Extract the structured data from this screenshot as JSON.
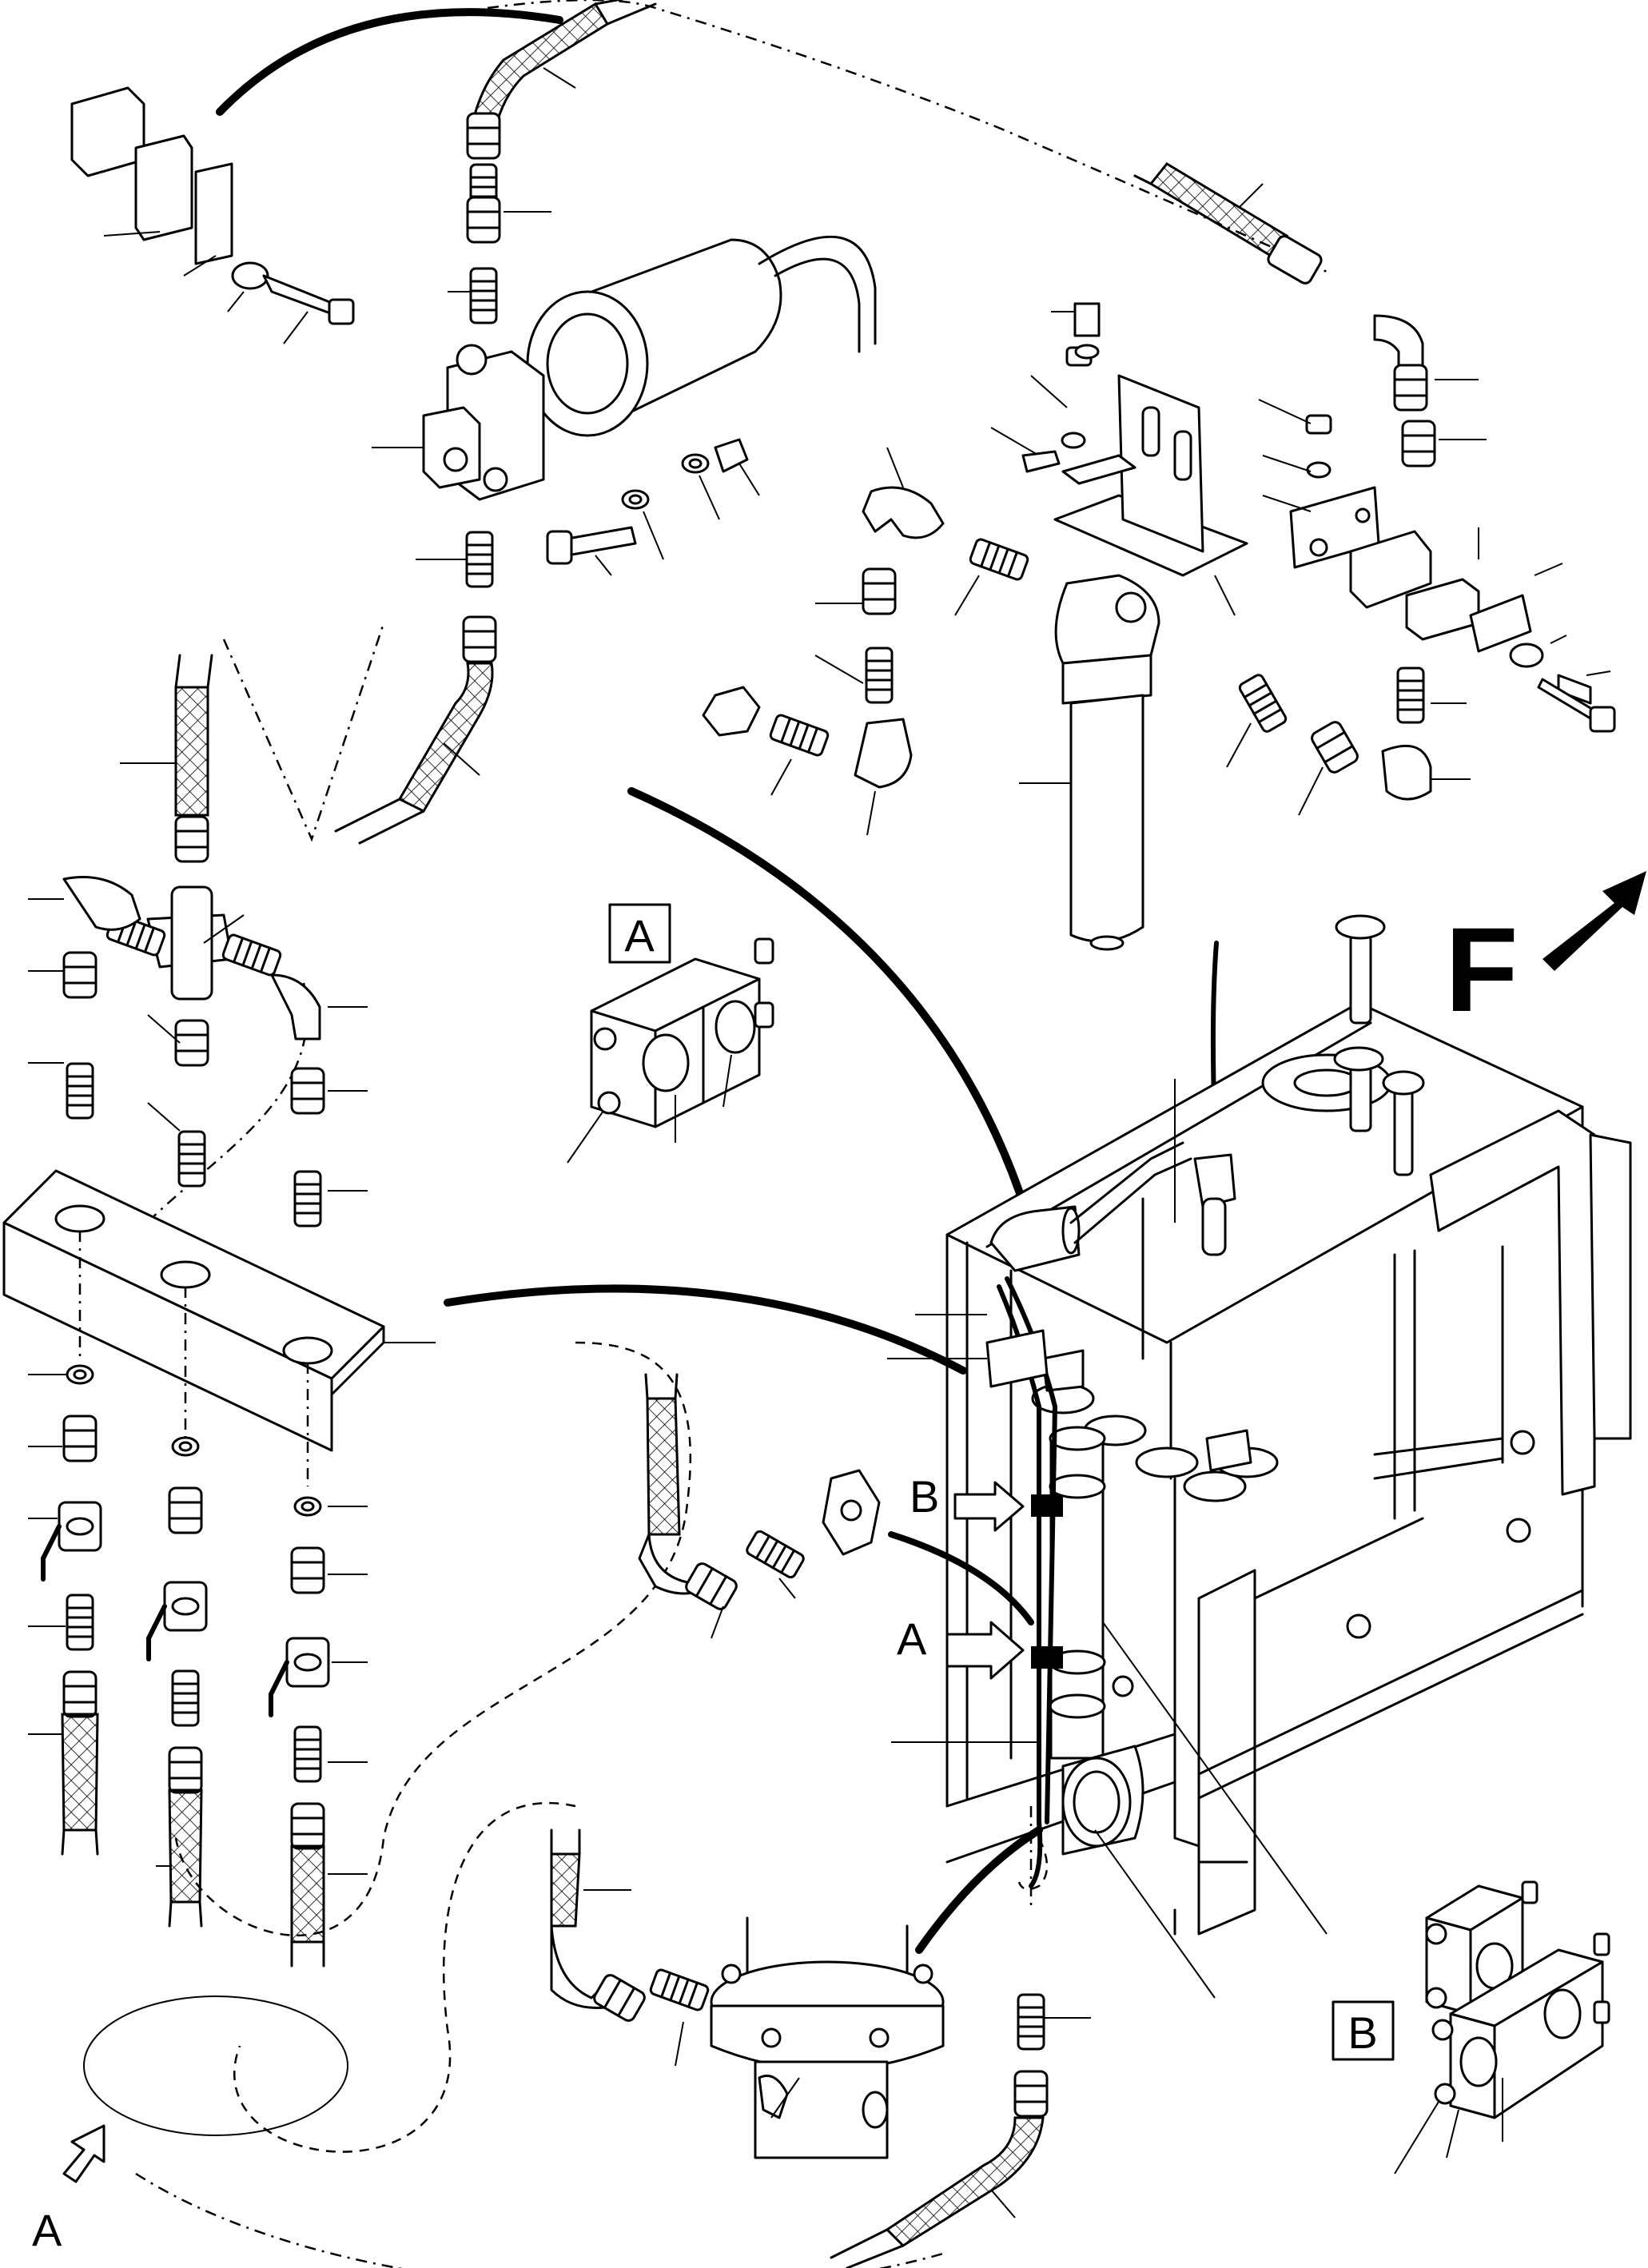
{
  "view_labels": {
    "detail_a_box": "A",
    "detail_b_box": "B",
    "arrow_b": "B",
    "arrow_a": "A",
    "arrow_a_bottom": "A",
    "direction": "F"
  },
  "icons": [
    "front-direction-arrow-icon",
    "view-arrow-icon"
  ]
}
